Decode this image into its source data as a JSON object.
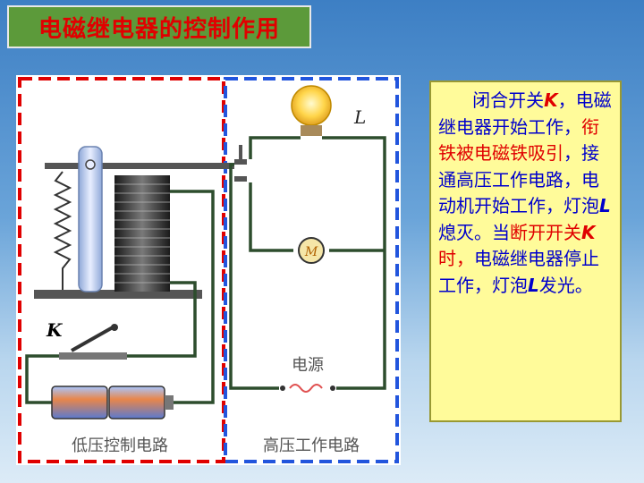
{
  "title": "电磁继电器的控制作用",
  "diagram": {
    "label_lamp": "L",
    "label_switch": "K",
    "label_motor": "M",
    "label_source": "电源",
    "label_low": "低压控制电路",
    "label_high": "高压工作电路"
  },
  "explanation": [
    {
      "text": "闭合开关",
      "style": "blue"
    },
    {
      "text": "K",
      "style": "red-bi"
    },
    {
      "text": "，电磁继电器开始工作，",
      "style": "blue"
    },
    {
      "text": "衔铁被电磁铁吸引",
      "style": "red"
    },
    {
      "text": "，接通高压工作电路，电动机开始工作，灯泡",
      "style": "blue"
    },
    {
      "text": "L",
      "style": "blue-bi"
    },
    {
      "text": "熄灭。当",
      "style": "blue"
    },
    {
      "text": "断开开关",
      "style": "red"
    },
    {
      "text": "K",
      "style": "red-bi"
    },
    {
      "text": "时，",
      "style": "red"
    },
    {
      "text": "电磁继电器停止工作，灯泡",
      "style": "blue"
    },
    {
      "text": "L",
      "style": "blue-bi"
    },
    {
      "text": "发光。",
      "style": "blue"
    }
  ],
  "colors": {
    "background": "#4a8bd0",
    "title_bg": "#5c9a3a",
    "title_text": "#e10000",
    "text_box_bg": "#fffb9a",
    "text_blue": "#0000cc",
    "text_red": "#e00000",
    "low_circuit_border": "#e00000",
    "high_circuit_border": "#2255dd",
    "wire": "#2d4d2d"
  }
}
